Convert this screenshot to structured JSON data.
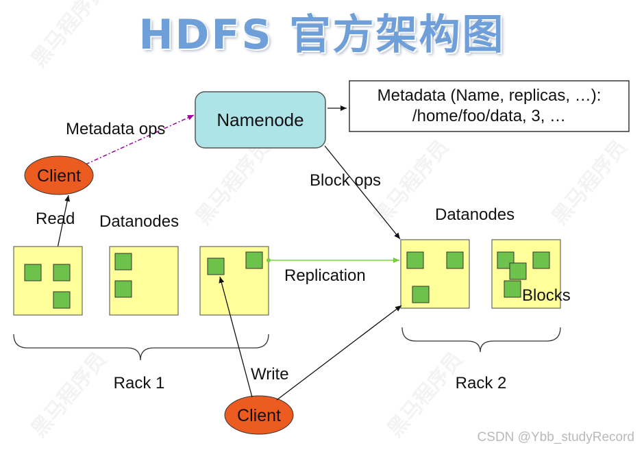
{
  "title": "HDFS 官方架构图",
  "watermark": "CSDN @Ybb_studyRecord",
  "watermark_logo": "黑马程序员",
  "namenode": {
    "label": "Namenode"
  },
  "metadata_box": {
    "line1": "Metadata (Name, replicas, …):",
    "line2": "/home/foo/data, 3, …"
  },
  "labels": {
    "metadata_ops": "Metadata ops",
    "block_ops": "Block ops",
    "read": "Read",
    "write": "Write",
    "replication": "Replication",
    "blocks": "Blocks",
    "datanodes_left": "Datanodes",
    "datanodes_right": "Datanodes",
    "rack1": "Rack 1",
    "rack2": "Rack 2"
  },
  "clients": {
    "top": "Client",
    "bottom": "Client"
  },
  "colors": {
    "title": "#6f9fd8",
    "namenode_fill": "#aee3e8",
    "datanode_fill": "#ffff99",
    "block_fill": "#6cc24a",
    "client_fill": "#ec5b20",
    "replication_line": "#99e36a",
    "metadata_ops_line": "#990099"
  }
}
